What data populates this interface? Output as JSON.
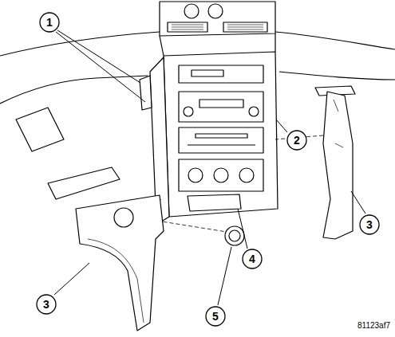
{
  "diagram": {
    "nodes": [
      {
        "text": [
          "1"
        ]
      },
      {
        "text": [
          "2"
        ]
      },
      {
        "text": [
          "3"
        ]
      },
      {
        "text": [
          "4"
        ]
      },
      {
        "text": [
          "5"
        ]
      },
      {
        "text": [
          "3"
        ]
      }
    ],
    "labels": [
      "81123af7"
    ]
  }
}
